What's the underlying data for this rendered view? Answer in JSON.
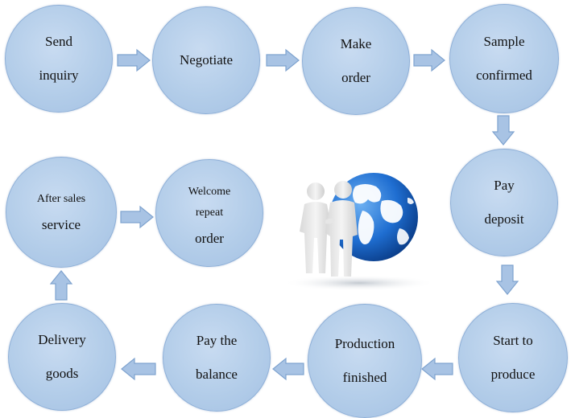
{
  "steps": [
    {
      "id": "send-inquiry",
      "lines": [
        "Send",
        "inquiry"
      ]
    },
    {
      "id": "negotiate",
      "lines": [
        "Negotiate"
      ]
    },
    {
      "id": "make-order",
      "lines": [
        "Make",
        "order"
      ]
    },
    {
      "id": "sample-confirmed",
      "lines": [
        "Sample",
        "confirmed"
      ]
    },
    {
      "id": "pay-deposit",
      "lines": [
        "Pay",
        "deposit"
      ]
    },
    {
      "id": "start-to-produce",
      "lines": [
        "Start to",
        "produce"
      ]
    },
    {
      "id": "production-finished",
      "lines": [
        "Production",
        "finished"
      ]
    },
    {
      "id": "pay-the-balance",
      "lines": [
        "Pay the",
        "balance"
      ]
    },
    {
      "id": "delivery-goods",
      "lines": [
        "Delivery",
        "goods"
      ]
    },
    {
      "id": "after-sales-service",
      "lines": [
        "After sales",
        "service"
      ]
    },
    {
      "id": "welcome-repeat-order",
      "lines": [
        "Welcome",
        "repeat",
        "order"
      ]
    }
  ],
  "colors": {
    "circle_fill": "#b3cde9",
    "circle_border": "#8fb0d8",
    "arrow_fill": "#a8c3e4",
    "arrow_border": "#7fa3cf",
    "globe_ocean": "#1f6ed1",
    "globe_land": "#ffffff"
  },
  "illustration": {
    "icon": "business-handshake-globe-icon"
  }
}
